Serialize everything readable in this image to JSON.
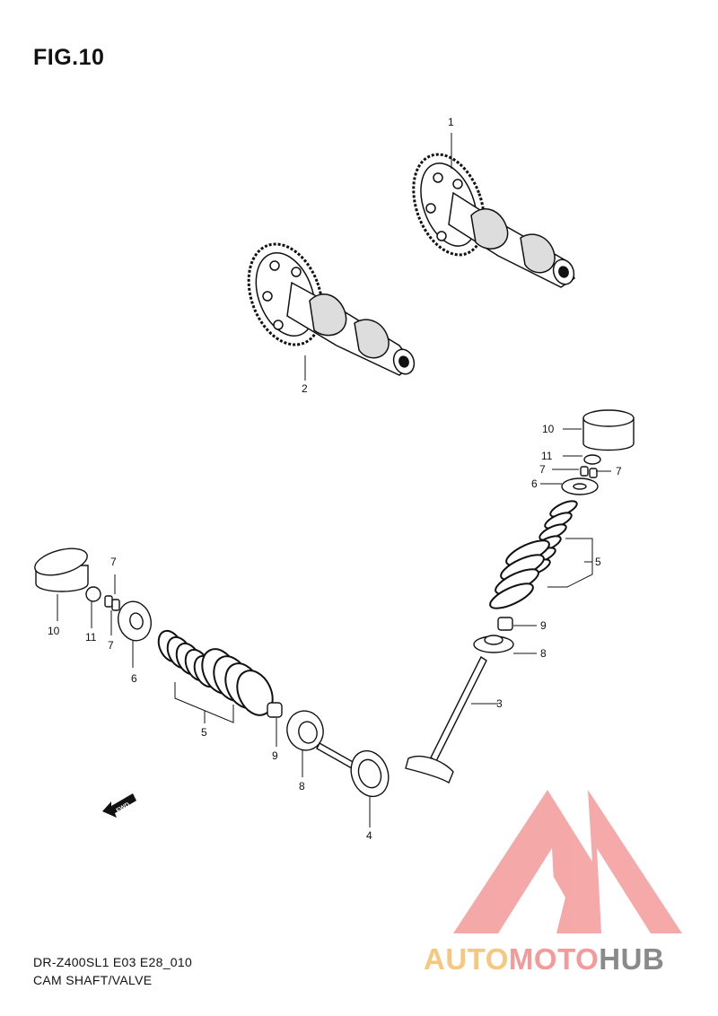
{
  "figure": {
    "title": "FIG.10",
    "model_code": "DR-Z400SL1 E03 E28_010",
    "section": "CAM SHAFT/VALVE"
  },
  "callouts": [
    {
      "id": "c1",
      "text": "1"
    },
    {
      "id": "c2",
      "text": "2"
    },
    {
      "id": "c3",
      "text": "3"
    },
    {
      "id": "c4",
      "text": "4"
    },
    {
      "id": "c5a",
      "text": "5"
    },
    {
      "id": "c5b",
      "text": "5"
    },
    {
      "id": "c6a",
      "text": "6"
    },
    {
      "id": "c6b",
      "text": "6"
    },
    {
      "id": "c7a",
      "text": "7"
    },
    {
      "id": "c7b",
      "text": "7"
    },
    {
      "id": "c7c",
      "text": "7"
    },
    {
      "id": "c7d",
      "text": "7"
    },
    {
      "id": "c8a",
      "text": "8"
    },
    {
      "id": "c8b",
      "text": "8"
    },
    {
      "id": "c9a",
      "text": "9"
    },
    {
      "id": "c9b",
      "text": "9"
    },
    {
      "id": "c10a",
      "text": "10"
    },
    {
      "id": "c10b",
      "text": "10"
    },
    {
      "id": "c11a",
      "text": "11"
    },
    {
      "id": "c11b",
      "text": "11"
    }
  ],
  "forward_arrow": {
    "label": "FWD"
  },
  "watermark": {
    "part1": "AUTO",
    "part2": "MOTO",
    "part3": "HUB",
    "colors": {
      "auto": "#f6c77f",
      "moto": "#f39a9a",
      "hub": "#8a8a8a",
      "logo": "#f39a9a"
    }
  },
  "icons": [
    "forward-arrow-icon",
    "automotohub-logo-icon"
  ]
}
